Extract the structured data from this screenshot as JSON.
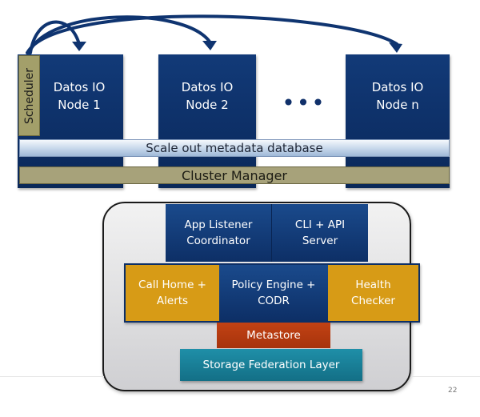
{
  "cluster": {
    "nodes": [
      {
        "line1": "Datos IO",
        "line2": "Node 1"
      },
      {
        "line1": "Datos IO",
        "line2": "Node 2"
      },
      {
        "line1": "Datos IO",
        "line2": "Node n"
      }
    ],
    "ellipsis": "•••",
    "scheduler_label": "Scheduler",
    "metadata_db_label": "Scale out metadata database",
    "cluster_manager_label": "Cluster Manager",
    "colors": {
      "node": "#0d2f66",
      "scheduler": "#a39f6a",
      "cluster_manager": "#a7a27a",
      "metadata_db": "#c5d6ea"
    }
  },
  "node_internals": {
    "app_listener": {
      "line1": "App Listener",
      "line2": "Coordinator"
    },
    "cli_api": {
      "line1": "CLI + API",
      "line2": "Server"
    },
    "call_home": {
      "line1": "Call Home +",
      "line2": "Alerts"
    },
    "policy_engine": {
      "line1": "Policy Engine +",
      "line2": "CODR"
    },
    "health_checker": {
      "line1": "Health",
      "line2": "Checker"
    },
    "metastore": "Metastore",
    "storage_federation": "Storage Federation Layer",
    "colors": {
      "blue": "#0d2f66",
      "gold": "#d79b16",
      "metastore": "#b33a10",
      "storage": "#1a809a"
    }
  },
  "slide": {
    "page_number": "22"
  }
}
